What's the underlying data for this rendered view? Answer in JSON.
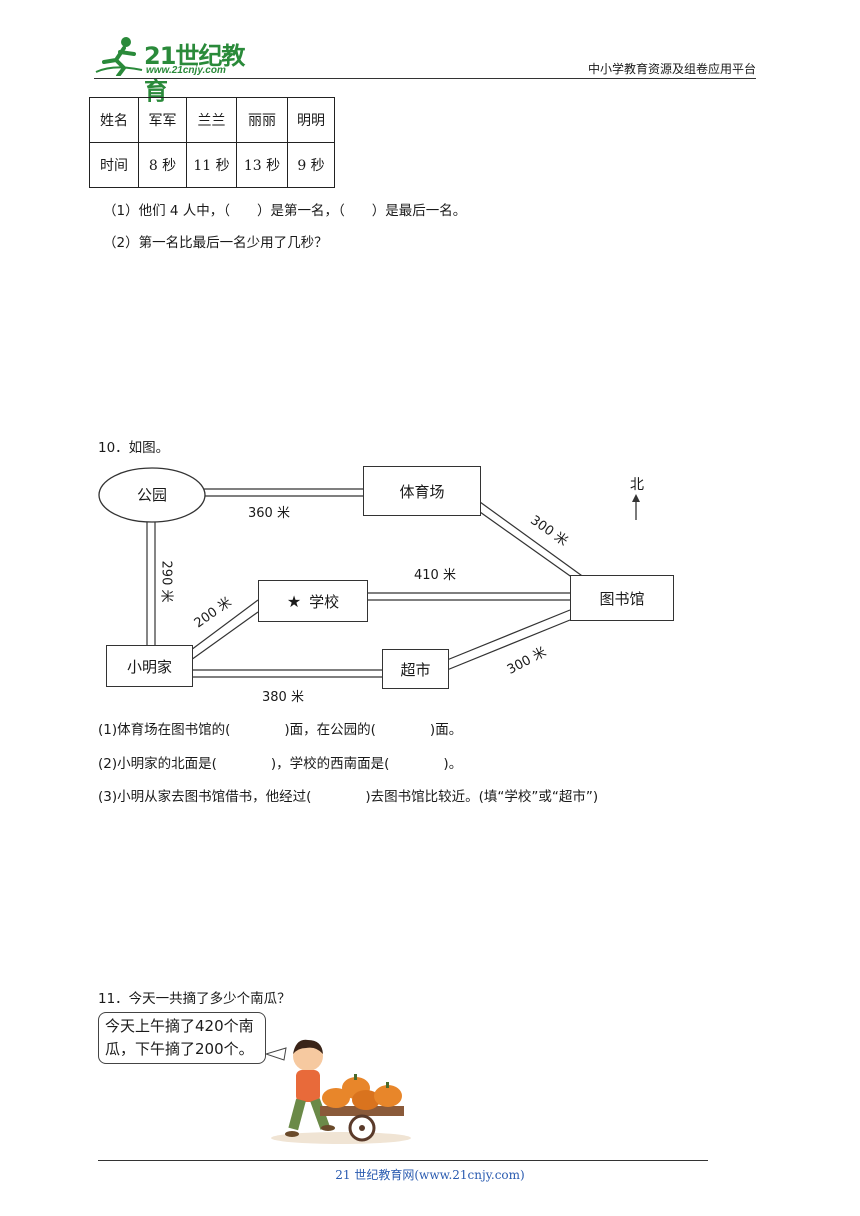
{
  "header": {
    "logo_text": "21世纪教育",
    "logo_url": "www.21cnjy.com",
    "platform": "中小学教育资源及组卷应用平台"
  },
  "table": {
    "header": [
      "姓名",
      "军军",
      "兰兰",
      "丽丽",
      "明明"
    ],
    "row": [
      "时间",
      "8 秒",
      "11 秒",
      "13 秒",
      "9 秒"
    ]
  },
  "q9": {
    "part1": "（1）他们 4 人中，（　　）是第一名，（　　）是最后一名。",
    "part2": "（2）第一名比最后一名少用了几秒？"
  },
  "q10": {
    "title": "10．如图。",
    "places": {
      "park": "公园",
      "stadium": "体育场",
      "school": "学校",
      "library": "图书馆",
      "home": "小明家",
      "market": "超市",
      "north": "北"
    },
    "distances": {
      "park_stadium": "360 米",
      "stadium_library": "300 米",
      "park_home": "290 米",
      "home_school": "200 米",
      "school_library": "410 米",
      "home_market": "380 米",
      "market_library": "300 米"
    },
    "part1": "(1)体育场在图书馆的(　　　　)面，在公园的(　　　　)面。",
    "part2": "(2)小明家的北面是(　　　　)，学校的西南面是(　　　　)。",
    "part3": "(3)小明从家去图书馆借书，他经过(　　　　)去图书馆比较近。(填“学校”或“超市”)"
  },
  "q11": {
    "title": "11．今天一共摘了多少个南瓜？",
    "bubble_line1": "今天上午摘了420个南",
    "bubble_line2": "瓜，下午摘了200个。"
  },
  "footer": {
    "text": "21 世纪教育网(www.21cnjy.com)"
  },
  "colors": {
    "logo": "#2a8a3a",
    "footer": "#2a5bb0",
    "pumpkin": "#e8862a"
  }
}
